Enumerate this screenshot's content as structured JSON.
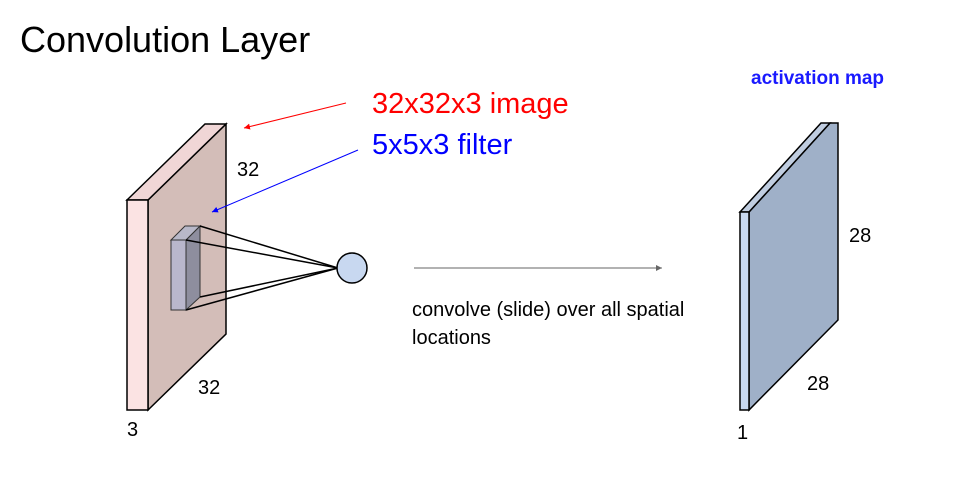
{
  "title": "Convolution Layer",
  "labels": {
    "image": "32x32x3 image",
    "filter": "5x5x3 filter",
    "activation_map": "activation map",
    "convolve": "convolve (slide) over all spatial locations"
  },
  "dimensions": {
    "input_width": "32",
    "input_height": "32",
    "input_depth": "3",
    "output_width": "28",
    "output_height": "28",
    "output_depth": "1"
  },
  "colors": {
    "image_label": "#ff0000",
    "filter_label": "#0000ff",
    "input_front": "#fbe3e3",
    "input_side": "#d3bdb8",
    "output_front": "#c8d8f0",
    "output_side": "#9fb0c8",
    "neuron": "#c8d8f0"
  }
}
